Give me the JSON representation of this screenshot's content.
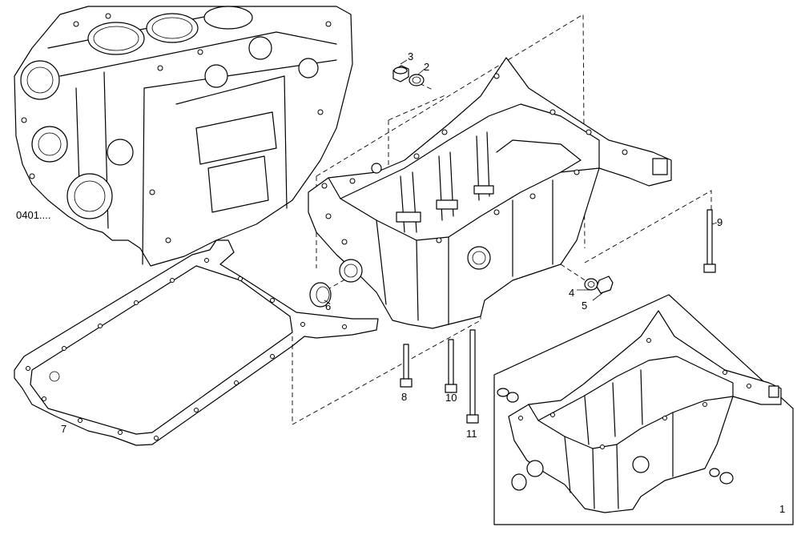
{
  "callouts": {
    "c1": "1",
    "c2": "2",
    "c3": "3",
    "c4": "4",
    "c5": "5",
    "c6": "6",
    "c7": "7",
    "c8": "8",
    "c9": "9",
    "c10": "10",
    "c11": "11"
  },
  "reference": "0401....",
  "colors": {
    "line": "#000000",
    "background": "#ffffff"
  }
}
